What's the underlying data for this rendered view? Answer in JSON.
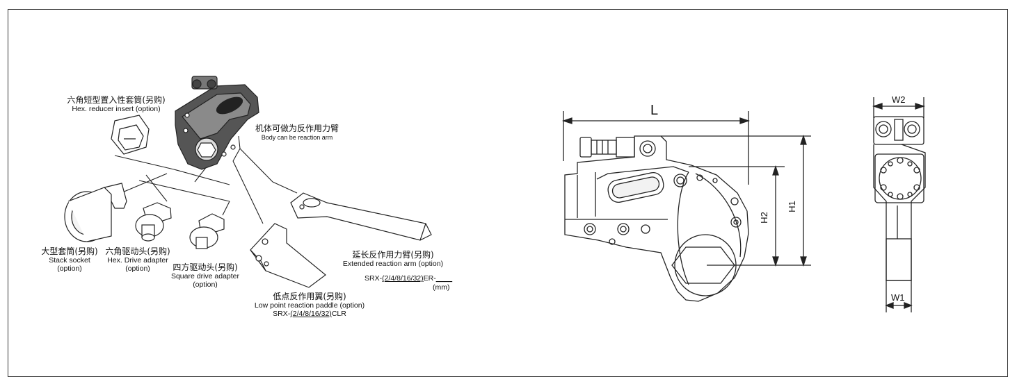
{
  "parts": {
    "reducer_insert": {
      "cn": "六角短型置入性套筒(另购)",
      "en": "Hex. reducer insert (option)"
    },
    "body_arm": {
      "cn": "机体可做为反作用力臂",
      "en": "Body can be reaction arm"
    },
    "stack_socket": {
      "cn": "大型套筒(另购)",
      "en1": "Stack socket",
      "en2": "(option)"
    },
    "hex_drive": {
      "cn": "六角驱动头(另购)",
      "en1": "Hex. Drive adapter",
      "en2": "(option)"
    },
    "square_drive": {
      "cn": "四方驱动头(另购)",
      "en1": "Square drive adapter",
      "en2": "(option)"
    },
    "extended_arm": {
      "cn": "延长反作用力臂(另购)",
      "en": "Extended reaction arm (option)",
      "code_prefix": "SRX-",
      "code_sizes": "(2/4/8/16/32)",
      "code_suffix": "ER-",
      "code_blank": "____",
      "unit": "(mm)"
    },
    "low_paddle": {
      "cn": "低点反作用翼(另购)",
      "en": "Low point reaction paddle (option)",
      "code_prefix": "SRX-",
      "code_sizes": "(2/4/8/16/32)",
      "code_suffix": "CLR"
    }
  },
  "dimensions": {
    "L": "L",
    "H1": "H1",
    "H2": "H2",
    "W1": "W1",
    "W2": "W2"
  }
}
